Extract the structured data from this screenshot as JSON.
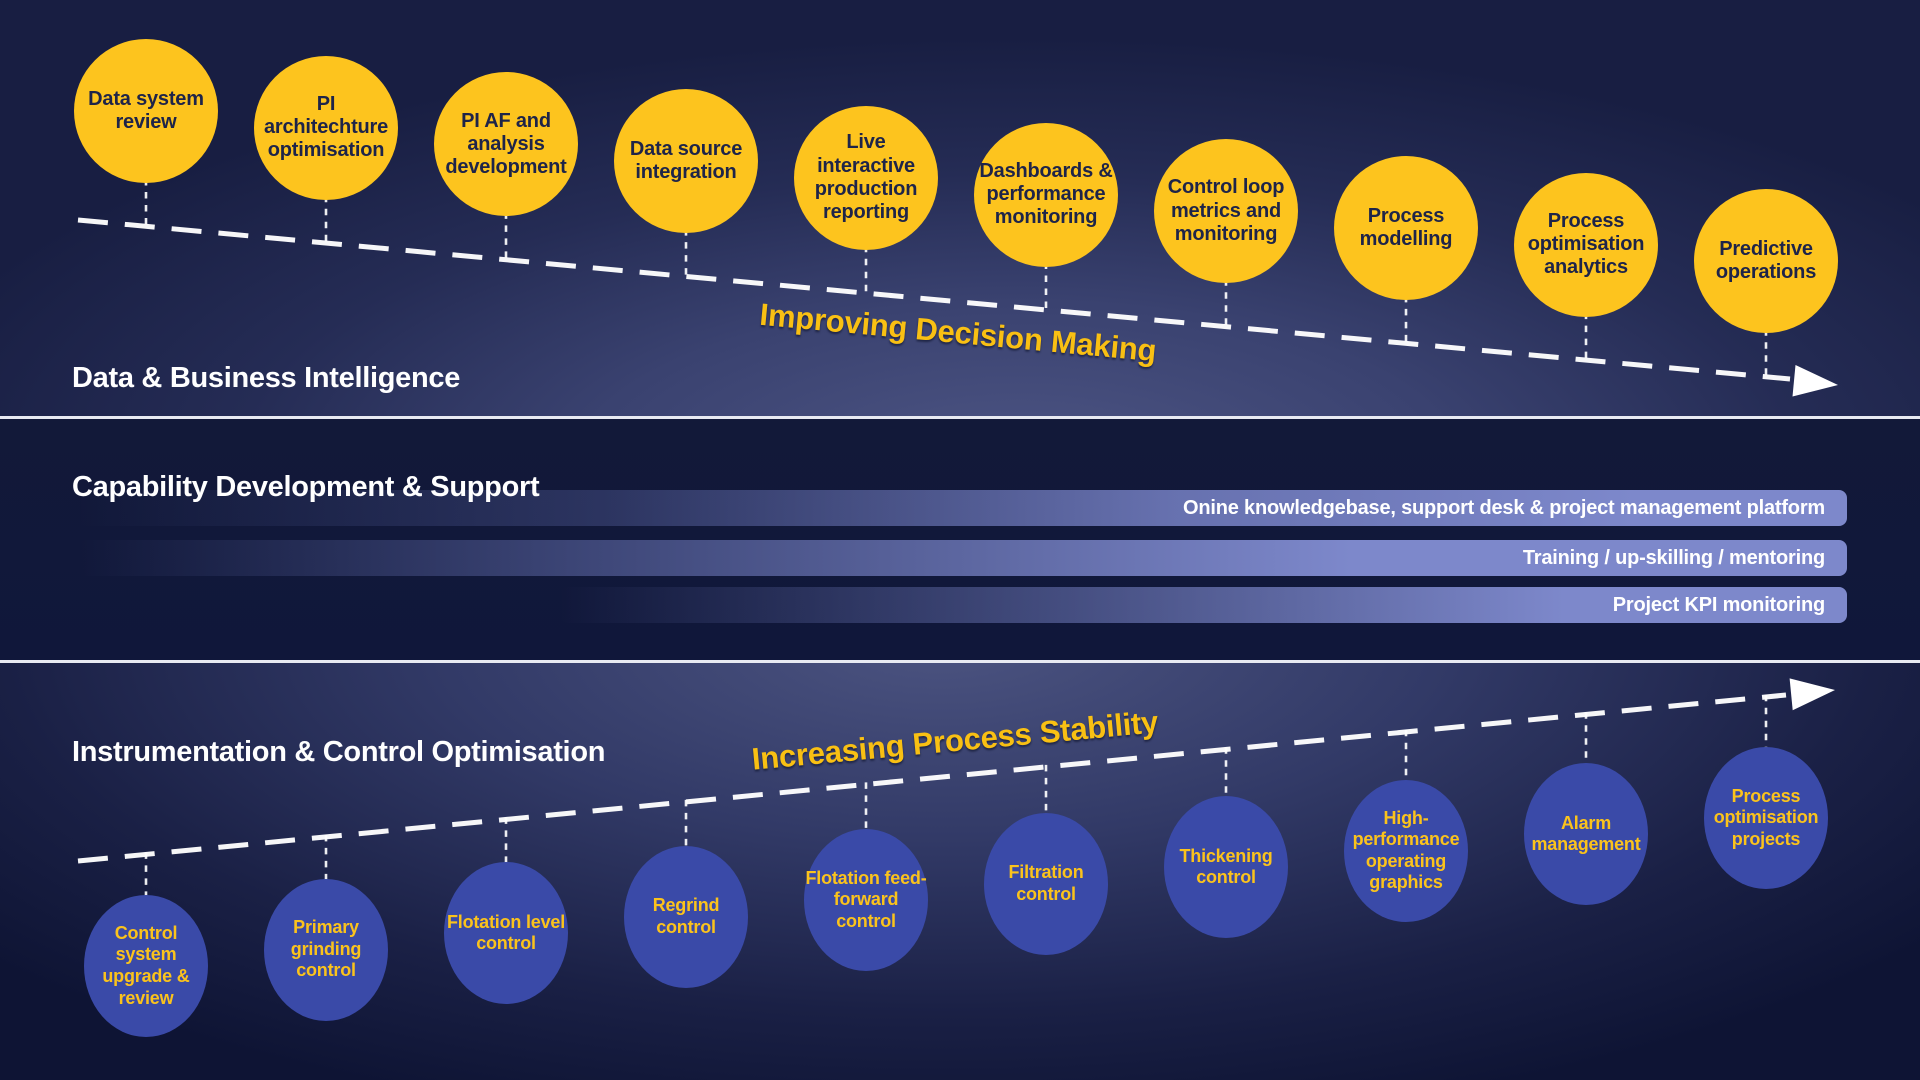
{
  "diagram": {
    "top_band": {
      "title": "Data & Business Intelligence",
      "arrow_label": "Improving Decision Making",
      "nodes": [
        "Data system review",
        "PI architechture optimisation",
        "PI AF and analysis development",
        "Data source integration",
        "Live interactive production reporting",
        "Dashboards & performance monitoring",
        "Control loop metrics and monitoring",
        "Process modelling",
        "Process optimisation analytics",
        "Predictive operations"
      ]
    },
    "middle_band": {
      "title": "Capability Development & Support",
      "bars": [
        "Onine knowledgebase, support desk & project management platform",
        "Training / up-skilling / mentoring",
        "Project KPI monitoring"
      ]
    },
    "bottom_band": {
      "title": "Instrumentation & Control Optimisation",
      "arrow_label": "Increasing Process Stability",
      "nodes": [
        "Control system upgrade & review",
        "Primary grinding control",
        "Flotation level control",
        "Regrind control",
        "Flotation feed-forward control",
        "Filtration control",
        "Thickening control",
        "High-performance operating graphics",
        "Alarm management",
        "Process optimisation projects"
      ]
    },
    "colors": {
      "yellow_node": "#FDC41E",
      "blue_node": "#3A4AA8",
      "navy_background": "#181E42",
      "bar_highlight": "#7D88CB",
      "divider_white": "#E8EAF2",
      "label_yellow": "#F9C013",
      "node_text_navy": "#1E2449"
    }
  }
}
